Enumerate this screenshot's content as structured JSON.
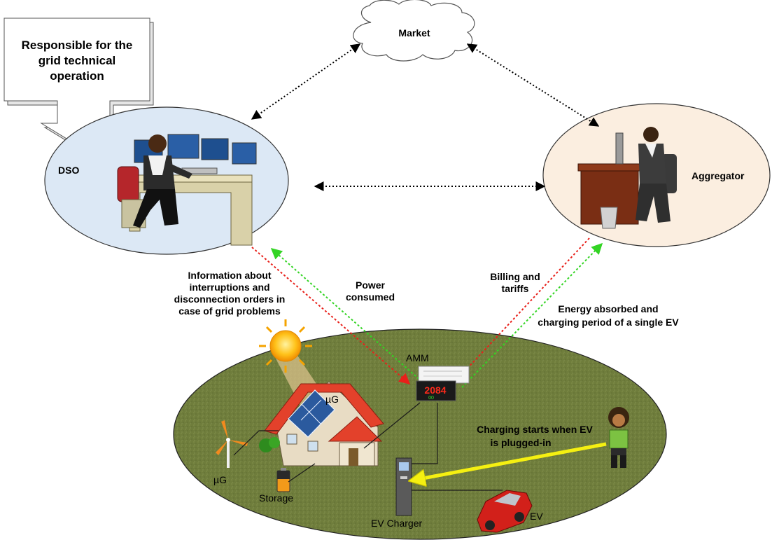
{
  "callout": {
    "lines": [
      "Responsible for the",
      "grid technical",
      "operation"
    ]
  },
  "nodes": {
    "market": "Market",
    "dso": "DSO",
    "aggregator": "Aggregator"
  },
  "flows": {
    "dso_info": [
      "Information about",
      "interruptions and",
      "disconnection orders in",
      "case of grid problems"
    ],
    "power_consumed": [
      "Power",
      "consumed"
    ],
    "billing": [
      "Billing and",
      "tariffs"
    ],
    "energy_absorbed": [
      "Energy absorbed and",
      "charging period of a single EV"
    ],
    "charging_starts": [
      "Charging starts when EV",
      "is plugged-in"
    ]
  },
  "devices": {
    "amm": "AMM",
    "meter_reading": "2084",
    "meter_sub": "00",
    "ug_house": "µG",
    "ug_wind": "µG",
    "storage": "Storage",
    "ev_charger": "EV Charger",
    "ev": "EV"
  },
  "colors": {
    "grid_ellipse": "#6b7a3a",
    "dso_ellipse": "#dce8f5",
    "aggregator_ellipse": "#fbeee0",
    "red_arrow": "#e8201a",
    "green_arrow": "#33d424",
    "yellow_arrow": "#f5f011"
  }
}
